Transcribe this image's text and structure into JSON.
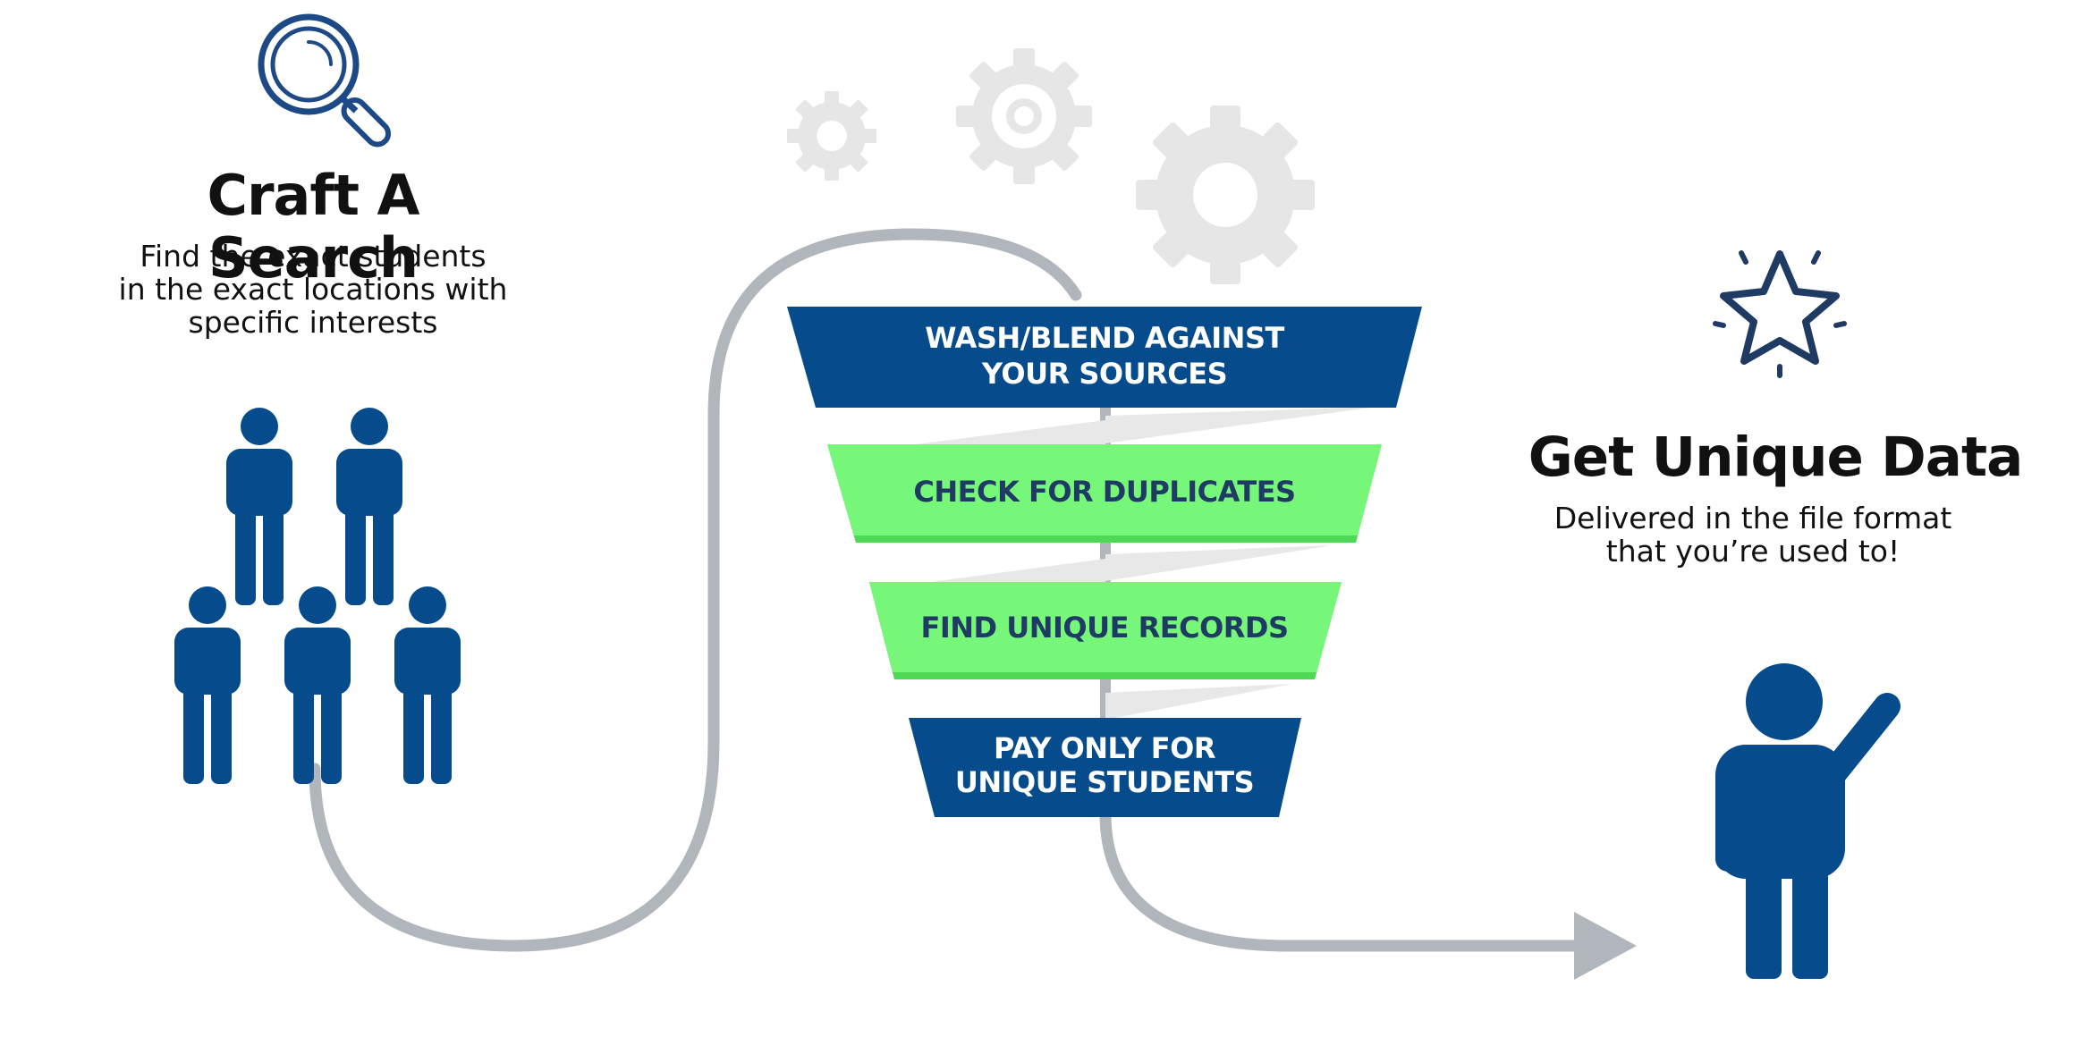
{
  "colors": {
    "navy": "#064b8c",
    "green": "#76f77a",
    "green_dark": "#4fd856",
    "path_gray": "#b0b6bb",
    "gear_gray": "#e6e6e6",
    "label_dark": "#1f3b63"
  },
  "left": {
    "icon": "magnifier-icon",
    "title": "Craft A Search",
    "lines": [
      "Find the exact students",
      "in the exact locations with",
      "specific interests"
    ],
    "people_icon": "person-icon"
  },
  "right": {
    "icon": "star-icon",
    "title": "Get Unique Data",
    "lines": [
      "Delivered in the file format",
      "that you’re used to!"
    ],
    "person_icon": "person-waving-icon"
  },
  "funnel": {
    "decor_icon": "gears-icon",
    "steps": [
      {
        "lines": [
          "WASH/BLEND AGAINST",
          "YOUR SOURCES"
        ],
        "style": "navy"
      },
      {
        "lines": [
          "CHECK FOR DUPLICATES"
        ],
        "style": "green"
      },
      {
        "lines": [
          "FIND UNIQUE RECORDS"
        ],
        "style": "green"
      },
      {
        "lines": [
          "PAY ONLY FOR",
          "UNIQUE STUDENTS"
        ],
        "style": "navy"
      }
    ]
  }
}
